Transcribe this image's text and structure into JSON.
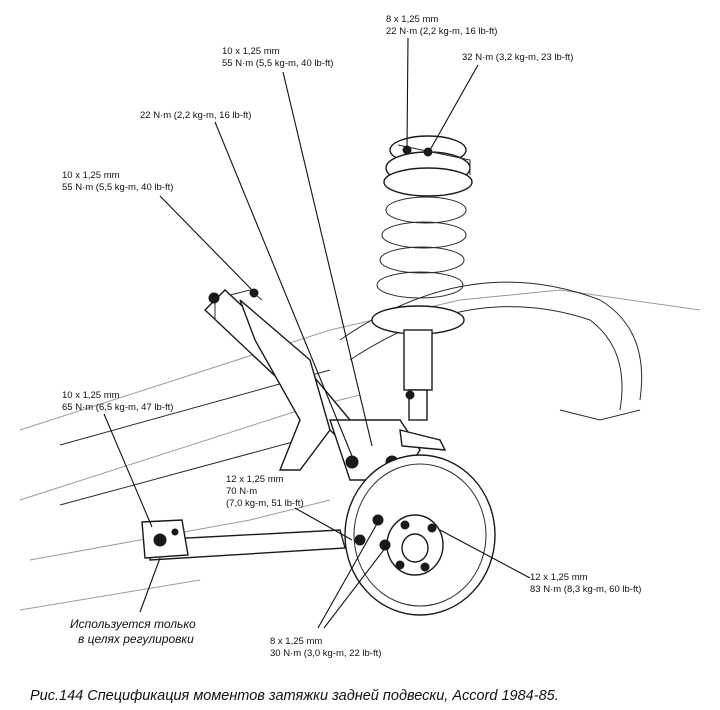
{
  "callouts": {
    "top_bolt": {
      "size": "8 x 1,25 mm",
      "torque": "22 N·m (2,2 kg-m, 16 lb-ft)"
    },
    "top_nut": {
      "torque": "32 N·m (3,2 kg-m, 23 lb-ft)"
    },
    "upper_arm_bolt": {
      "size": "10 x 1,25 mm",
      "torque": "55 N·m (5,5 kg-m, 40 lb-ft)"
    },
    "link_bolt": {
      "torque": "22 N·m (2,2 kg-m, 16 lb-ft)"
    },
    "arm_pivot_bolt": {
      "size": "10 x 1,25 mm",
      "torque": "55 N·m (5,5 kg-m, 40 lb-ft)"
    },
    "lower_arm_bolt": {
      "size": "10 x 1,25 mm",
      "torque": "65 N·m (6,5 kg-m, 47 lb-ft)"
    },
    "knuckle_bolt": {
      "size": "12 x 1,25 mm",
      "torque": "70 N·m",
      "torque_alt": "(7,0 kg-m, 51 lb-ft)"
    },
    "hub_nut": {
      "size": "12 x 1,25 mm",
      "torque": "83 N·m (8,3 kg-m, 60 lb-ft)"
    },
    "backplate_bolt": {
      "size": "8 x 1,25 mm",
      "torque": "30 N·m (3,0 kg-m, 22 lb-ft)"
    }
  },
  "adjust_note": {
    "line1": "Используется только",
    "line2": "в целях регулировки"
  },
  "caption": "Рис.144 Спецификация моментов затяжки задней подвески, Accord 1984-85."
}
